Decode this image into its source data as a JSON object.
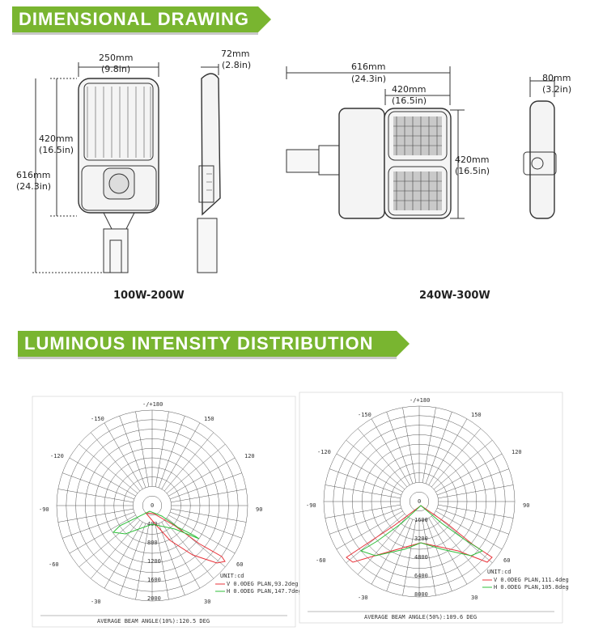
{
  "sections": {
    "dimensional": "DIMENSIONAL DRAWING",
    "luminous": "LUMINOUS INTENSITY DISTRIBUTION"
  },
  "drawing_a": {
    "caption": "100W-200W",
    "width_mm": "250mm",
    "width_in": "(9.8in)",
    "depth_mm": "72mm",
    "depth_in": "(2.8in)",
    "body_h_mm": "420mm",
    "body_h_in": "(16.5in)",
    "total_h_mm": "616mm",
    "total_h_in": "(24.3in)"
  },
  "drawing_b": {
    "caption": "240W-300W",
    "total_w_mm": "616mm",
    "total_w_in": "(24.3in)",
    "body_w_mm": "420mm",
    "body_w_in": "(16.5in)",
    "depth_mm": "80mm",
    "depth_in": "(3.2in)",
    "h_mm": "420mm",
    "h_in": "(16.5in)"
  },
  "polar_left": {
    "angles": {
      "top": "-/+180",
      "ul": "-150",
      "ur": "150",
      "l1": "-120",
      "r1": "120",
      "l2": "-90",
      "r2": "90",
      "l3": "-60",
      "r3": "60",
      "l4": "-30",
      "r4": "30",
      "c": "0"
    },
    "rings": [
      "400",
      "800",
      "1200",
      "1600",
      "2000"
    ],
    "unit": "UNIT:cd",
    "legend_v": "V 0.0DEG PLAN,93.2deg",
    "legend_h": "H 0.0DEG PLAN,147.7deg",
    "footer": "AVERAGE BEAM ANGLE(10%):120.5 DEG",
    "colors": {
      "v": "#e8333a",
      "h": "#2fbf3a"
    }
  },
  "polar_right": {
    "angles": {
      "top": "-/+180",
      "ul": "-150",
      "ur": "150",
      "l1": "-120",
      "r1": "120",
      "l2": "-90",
      "r2": "90",
      "l3": "-60",
      "r3": "60",
      "l4": "-30",
      "r4": "30",
      "c": "0"
    },
    "rings": [
      "1600",
      "3200",
      "4800",
      "6400",
      "8000"
    ],
    "unit": "UNIT:cd",
    "legend_v": "V 0.0DEG PLAN,111.4deg",
    "legend_h": "H 0.0DEG PLAN,105.8deg",
    "footer": "AVERAGE BEAM ANGLE(50%):109.6 DEG",
    "colors": {
      "v": "#e8333a",
      "h": "#2fbf3a"
    }
  }
}
